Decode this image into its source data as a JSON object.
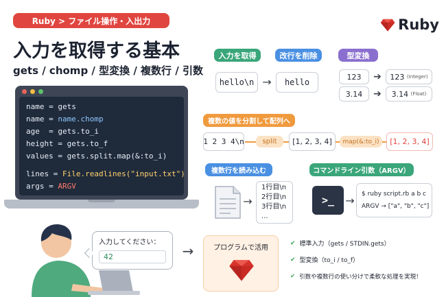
{
  "badge": "Ruby > ファイル操作・入出力",
  "brand": {
    "name": "Ruby"
  },
  "title": "入力を取得する基本",
  "subtitle": "gets / chomp / 型変換 / 複数行 / 引数",
  "code": [
    {
      "var": "name",
      "rhs": "gets"
    },
    {
      "var": "name",
      "rhs": "name.chomp"
    },
    {
      "var": "age",
      "rhs": "gets.to_i"
    },
    {
      "var": "height",
      "rhs": "gets.to_f"
    },
    {
      "var": "values",
      "rhs": "gets.split.map(&:to_i)"
    },
    {
      "var": "lines",
      "rhs": "File.readlines(\"input.txt\")"
    },
    {
      "var": "args",
      "rhs": "ARGV"
    }
  ],
  "flow1": {
    "step1": "入力を取得",
    "step2": "改行を削除",
    "input": "hello\\n",
    "output": "hello"
  },
  "conv": {
    "label": "型変換",
    "rows": [
      {
        "from": "123",
        "to": "123",
        "type": "(Integer)"
      },
      {
        "from": "3.14",
        "to": "3.14",
        "type": "(Float)"
      }
    ]
  },
  "split": {
    "label": "複数の値を分割して配列へ",
    "input": "1 2 3 4\\n",
    "op1": "split",
    "mid": "[1, 2, 3, 4]",
    "op2": "map(&:to_i)",
    "out": "[1, 2, 3, 4]"
  },
  "multiline": {
    "label": "複数行を読み込む",
    "lines": [
      "1行目\\n",
      "2行目\\n",
      "3行目\\n",
      "..."
    ]
  },
  "argv": {
    "label": "コマンドライン引数（ARGV）",
    "command": "$ ruby script.rb a b c",
    "result": "ARGV → [\"a\", \"b\", \"c\"]"
  },
  "prompt": {
    "text": "入力してください：",
    "value": "42"
  },
  "usage": "プログラムで活用",
  "checks": [
    "標準入力（gets / STDIN.gets）",
    "型変換（to_i / to_f）",
    "引数や複数行の使い分けで柔軟な処理を実現！"
  ]
}
